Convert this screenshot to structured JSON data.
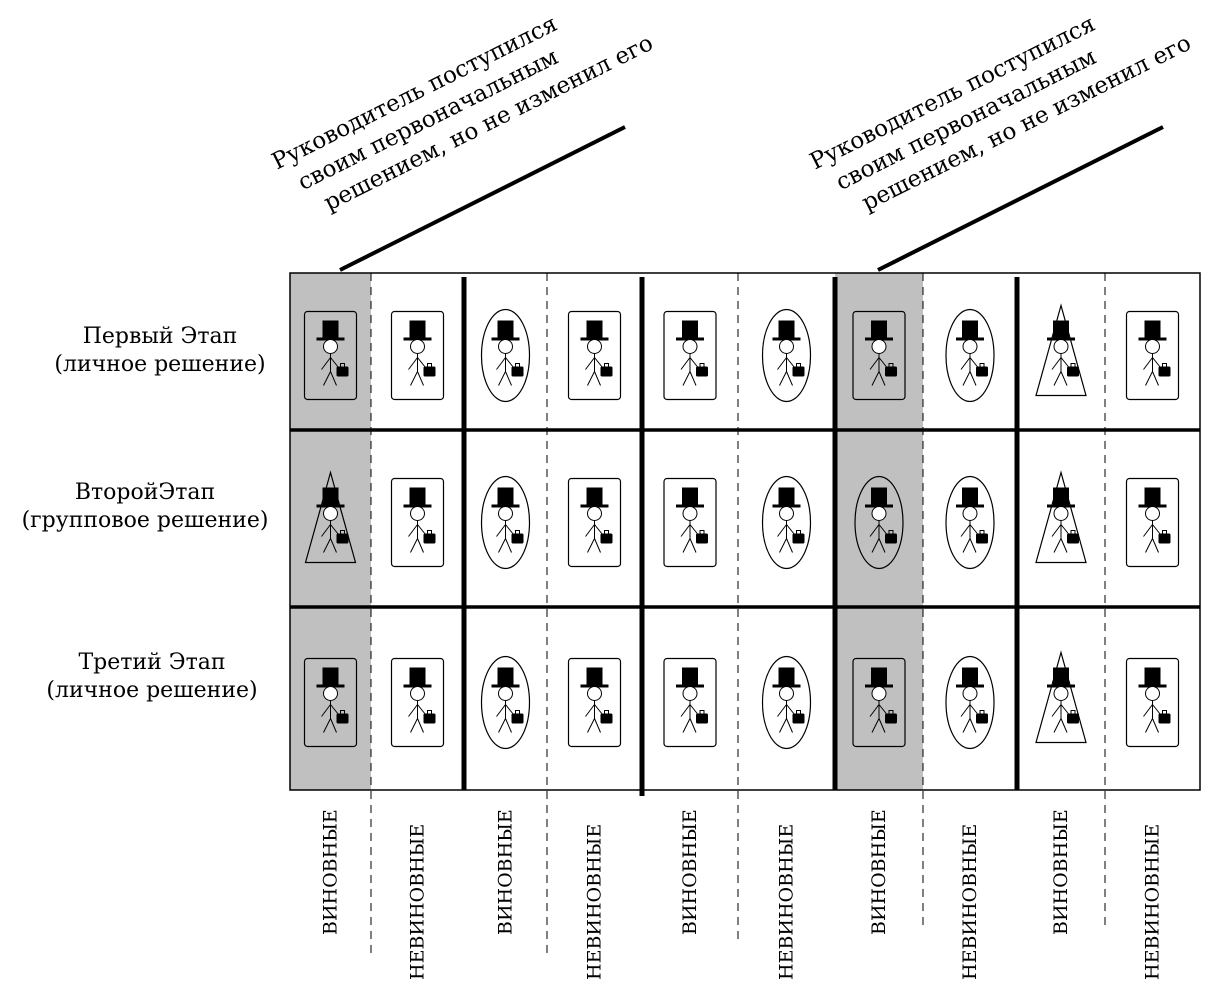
{
  "annotation": {
    "lines": [
      "Руководитель поступился",
      "своим первоначальным",
      "решением, но не изменил его"
    ],
    "applies_to_columns": [
      0,
      6
    ]
  },
  "rows": [
    {
      "title": "Первый Этап",
      "subtitle": "(личное решение)",
      "shapes": [
        "rect",
        "rect",
        "ellipse",
        "rect",
        "rect",
        "ellipse",
        "rect",
        "ellipse",
        "triangle",
        "rect"
      ]
    },
    {
      "title": "ВторойЭтап",
      "subtitle": "(групповое решение)",
      "shapes": [
        "triangle",
        "rect",
        "ellipse",
        "rect",
        "rect",
        "ellipse",
        "ellipse",
        "ellipse",
        "triangle",
        "rect"
      ]
    },
    {
      "title": "Третий Этап",
      "subtitle": "(личное решение)",
      "shapes": [
        "rect",
        "rect",
        "ellipse",
        "rect",
        "rect",
        "ellipse",
        "rect",
        "ellipse",
        "triangle",
        "rect"
      ]
    }
  ],
  "columns": [
    "ВИНОВНЫЕ",
    "НЕВИНОВНЫЕ",
    "ВИНОВНЫЕ",
    "НЕВИНОВНЫЕ",
    "ВИНОВНЫЕ",
    "НЕВИНОВНЫЕ",
    "ВИНОВНЫЕ",
    "НЕВИНОВНЫЕ",
    "ВИНОВНЫЕ",
    "НЕВИНОВНЫЕ"
  ],
  "colors": {
    "shade": "#c0c0c0",
    "ink": "#000000"
  },
  "icons": {
    "figure": "stick-man-top-hat-briefcase-icon"
  }
}
